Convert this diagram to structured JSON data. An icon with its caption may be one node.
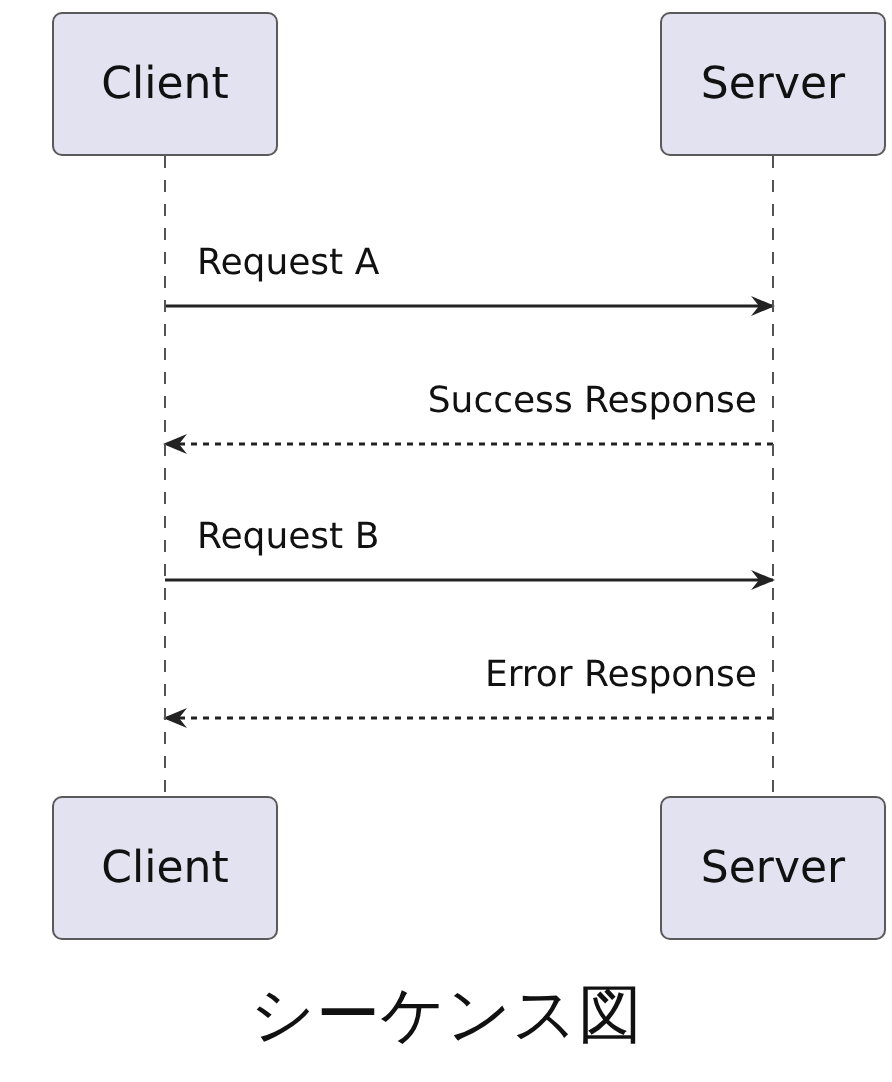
{
  "diagram": {
    "caption": "シーケンス図",
    "nodes": [
      {
        "text": [
          "Client"
        ]
      },
      {
        "text": [
          "Server"
        ]
      },
      {
        "text": [
          "Client"
        ]
      },
      {
        "text": [
          "Server"
        ]
      },
      {
        "text": [],
        "shape": "line"
      },
      {
        "text": [],
        "shape": "line"
      }
    ],
    "edges": [
      {
        "from": 4,
        "to": 5,
        "arrow": "to",
        "label": "Request A"
      },
      {
        "from": 5,
        "to": 4,
        "arrow": "to",
        "label": "Success Response",
        "style": "dashed"
      },
      {
        "from": 4,
        "to": 5,
        "arrow": "to",
        "label": "Request B"
      },
      {
        "from": 5,
        "to": 4,
        "arrow": "to",
        "label": "Error Response",
        "style": "dashed"
      }
    ]
  }
}
